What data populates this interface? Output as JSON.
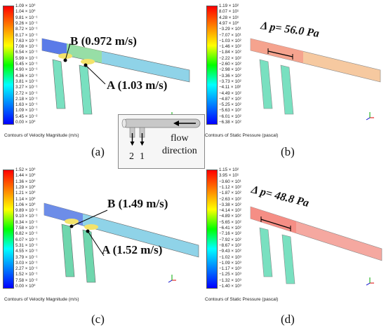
{
  "panels": {
    "a": {
      "label": "(a)",
      "caption": "Contours of Velocity Magnitude (m/s)",
      "ticks": [
        "1.09 × 10⁰",
        "1.04 × 10⁰",
        "9.81 × 10⁻¹",
        "9.26 × 10⁻¹",
        "8.72 × 10⁻¹",
        "8.17 × 10⁻¹",
        "7.63 × 10⁻¹",
        "7.08 × 10⁻¹",
        "6.54 × 10⁻¹",
        "5.99 × 10⁻¹",
        "5.45 × 10⁻¹",
        "4.90 × 10⁻¹",
        "4.36 × 10⁻¹",
        "3.81 × 10⁻¹",
        "3.27 × 10⁻¹",
        "2.72 × 10⁻¹",
        "2.18 × 10⁻¹",
        "1.63 × 10⁻¹",
        "1.09 × 10⁻¹",
        "5.45 × 10⁻²",
        "0.00 × 10⁰"
      ],
      "annotation_b": "B (0.972 m/s)",
      "annotation_a": "A (1.03 m/s)"
    },
    "b": {
      "label": "(b)",
      "caption": "Contours of Static Pressure (pascal)",
      "ticks": [
        "1.19 × 10²",
        "8.07 × 10¹",
        "4.28 × 10¹",
        "4.97 × 10⁰",
        "−3.29 × 10¹",
        "−7.07 × 10¹",
        "−1.03 × 10²",
        "−1.46 × 10²",
        "−1.84 × 10²",
        "−2.22 × 10²",
        "−2.60 × 10²",
        "−2.98 × 10²",
        "−3.36 × 10²",
        "−3.73 × 10²",
        "−4.11 × 10²",
        "−4.49 × 10²",
        "−4.87 × 10²",
        "−5.25 × 10²",
        "−5.63 × 10²",
        "−6.01 × 10²",
        "−6.38 × 10²"
      ],
      "delta_p": "Δ p= 56.0 Pa"
    },
    "c": {
      "label": "(c)",
      "caption": "Contours of Velocity Magnitude (m/s)",
      "ticks": [
        "1.52 × 10⁰",
        "1.44 × 10⁰",
        "1.36 × 10⁰",
        "1.29 × 10⁰",
        "1.21 × 10⁰",
        "1.14 × 10⁰",
        "1.06 × 10⁰",
        "9.89 × 10⁻¹",
        "9.10 × 10⁻¹",
        "8.34 × 10⁻¹",
        "7.58 × 10⁻¹",
        "6.82 × 10⁻¹",
        "6.07 × 10⁻¹",
        "5.31 × 10⁻¹",
        "4.55 × 10⁻¹",
        "3.79 × 10⁻¹",
        "3.03 × 10⁻¹",
        "2.27 × 10⁻¹",
        "1.52 × 10⁻¹",
        "7.58 × 10⁻²",
        "0.00 × 10⁰"
      ],
      "annotation_b": "B (1.49 m/s)",
      "annotation_a": "A (1.52 m/s)"
    },
    "d": {
      "label": "(d)",
      "caption": "Contours of Static Pressure (pascal)",
      "ticks": [
        "1.15 × 10²",
        "3.95 × 10¹",
        "−3.60 × 10¹",
        "−1.12 × 10²",
        "−1.87 × 10²",
        "−2.63 × 10²",
        "−3.38 × 10²",
        "−4.14 × 10²",
        "−4.89 × 10²",
        "−5.65 × 10²",
        "−6.41 × 10²",
        "−7.16 × 10²",
        "−7.92 × 10²",
        "−8.67 × 10²",
        "−9.43 × 10²",
        "−1.02 × 10³",
        "−1.09 × 10³",
        "−1.17 × 10³",
        "−1.25 × 10³",
        "−1.32 × 10³",
        "−1.40 × 10³"
      ],
      "delta_p": "Δ p= 48.8 Pa"
    }
  },
  "inset": {
    "flow_label_1": "flow",
    "flow_label_2": "direction",
    "branch_2": "2",
    "branch_1": "1"
  },
  "colors": {
    "colorbar_top": "#ff0000",
    "colorbar_bottom": "#0000ff",
    "pressure_field": "#f6c9a0",
    "pressure_field_d": "#f5a8a0",
    "velocity_field": "#8fd3e8"
  },
  "icons": [
    "axis-triad-icon"
  ]
}
